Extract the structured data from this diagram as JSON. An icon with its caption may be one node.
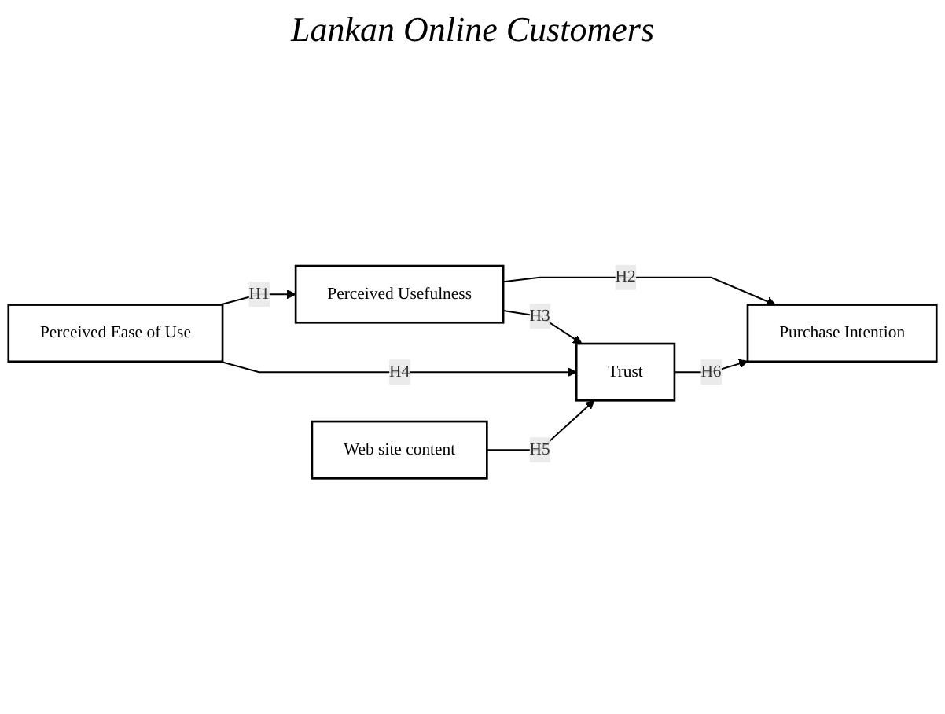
{
  "diagram": {
    "title": "Lankan Online Customers",
    "nodes": [
      {
        "text": [
          "Perceived Usefulness"
        ]
      },
      {
        "text": [
          "Perceived Ease of Use"
        ]
      },
      {
        "text": [
          "Web site content"
        ]
      },
      {
        "text": [
          "Trust"
        ]
      },
      {
        "text": [
          "Purchase Intention"
        ]
      }
    ],
    "edges": [
      {
        "from": 1,
        "to": 0,
        "arrow": "to",
        "label": "H1"
      },
      {
        "from": 0,
        "to": 4,
        "arrow": "to",
        "label": "H2"
      },
      {
        "from": 0,
        "to": 3,
        "arrow": "to",
        "label": "H3"
      },
      {
        "from": 1,
        "to": 3,
        "arrow": "to",
        "label": "H4"
      },
      {
        "from": 2,
        "to": 3,
        "arrow": "to",
        "label": "H5"
      },
      {
        "from": 3,
        "to": 4,
        "arrow": "to",
        "label": "H6"
      }
    ]
  }
}
